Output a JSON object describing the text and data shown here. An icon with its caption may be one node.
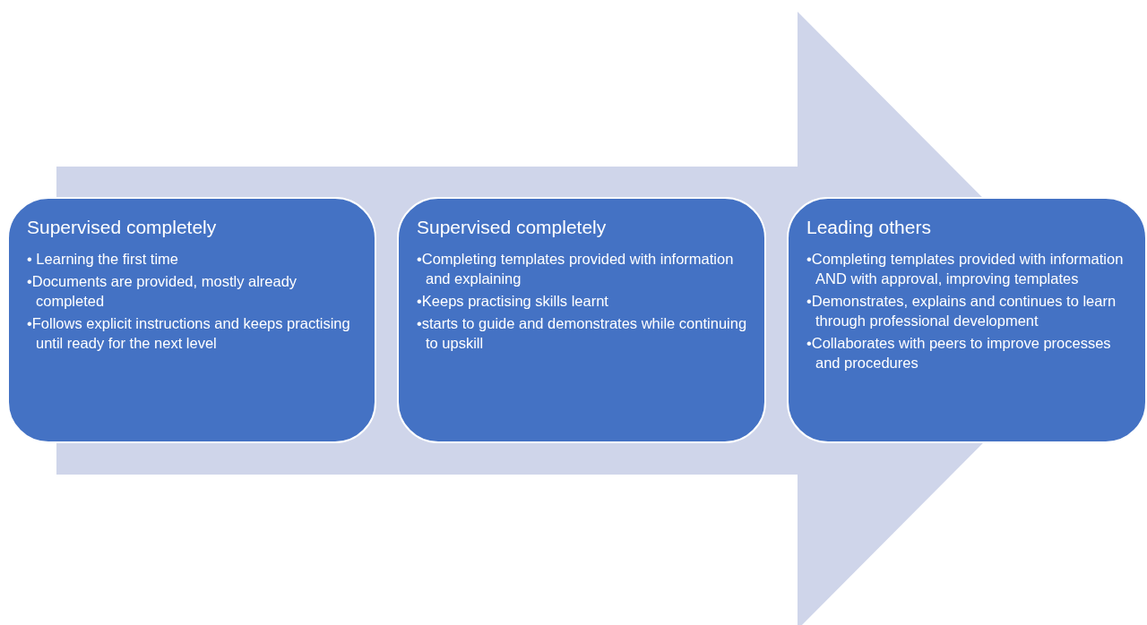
{
  "diagram": {
    "nodes": [
      {
        "text": [
          "Supervised completely",
          "• Learning the first time",
          "•Documents are provided, mostly already completed",
          "•Follows explicit instructions and keeps practising until ready for the next level"
        ]
      },
      {
        "text": [
          "Supervised completely",
          "•Completing templates provided with information and explaining",
          "•Keeps practising skills learnt",
          "•starts to guide and demonstrates while continuing to upskill"
        ]
      },
      {
        "text": [
          "Leading others",
          "•Completing templates provided with information AND with approval, improving templates",
          "•Demonstrates, explains and continues to learn through professional development",
          "•Collaborates with peers to improve processes and procedures"
        ]
      }
    ],
    "edges": [
      {
        "from": 0,
        "to": 2,
        "arrow": "to"
      }
    ]
  }
}
